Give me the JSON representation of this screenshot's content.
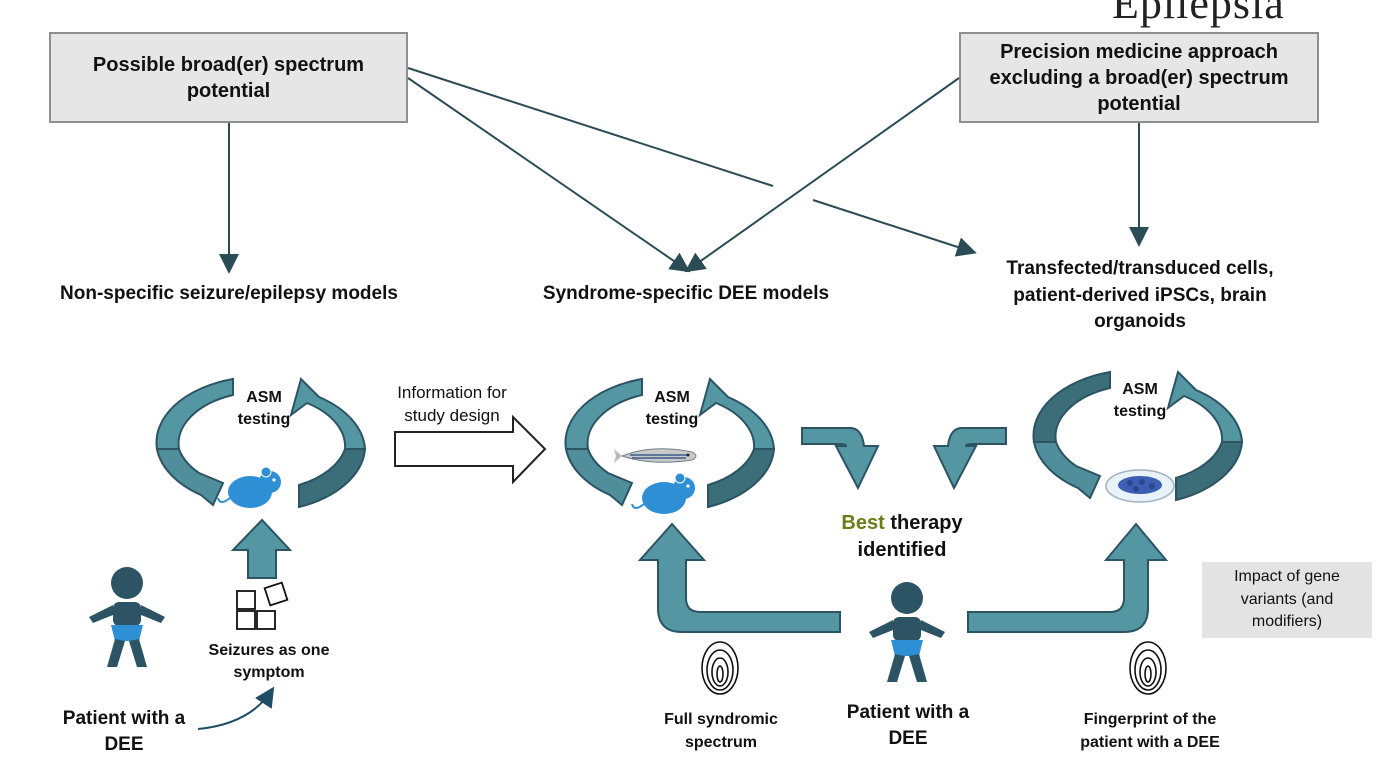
{
  "journal": "Epilepsia",
  "boxes": {
    "left": "Possible broad(er) spectrum potential",
    "right": "Precision medicine approach excluding a broad(er) spectrum potential"
  },
  "models": {
    "left": "Non-specific seizure/epilepsy models",
    "middle": "Syndrome-specific DEE models",
    "right": "Transfected/transduced cells, patient-derived iPSCs, brain organoids"
  },
  "cycles": {
    "left_label": "ASM testing",
    "middle_label": "ASM testing",
    "right_label": "ASM testing"
  },
  "info_arrow_label": "Information for study design",
  "best": {
    "word": "Best",
    "rest": "therapy identified"
  },
  "seizures_label": "Seizures as one symptom",
  "patient_left": "Patient with a DEE",
  "patient_center": "Patient with a DEE",
  "full_spectrum": "Full syndromic spectrum",
  "fingerprint_label": "Fingerprint of the patient with a DEE",
  "impact_box": "Impact of gene variants (and modifiers)",
  "colors": {
    "teal": "#5497a3",
    "teal_dark": "#3b6e78",
    "navy": "#2c5465",
    "mouse": "#2f8fd4",
    "box_fill": "#e6e6e6",
    "best": "#6b7d1a"
  }
}
